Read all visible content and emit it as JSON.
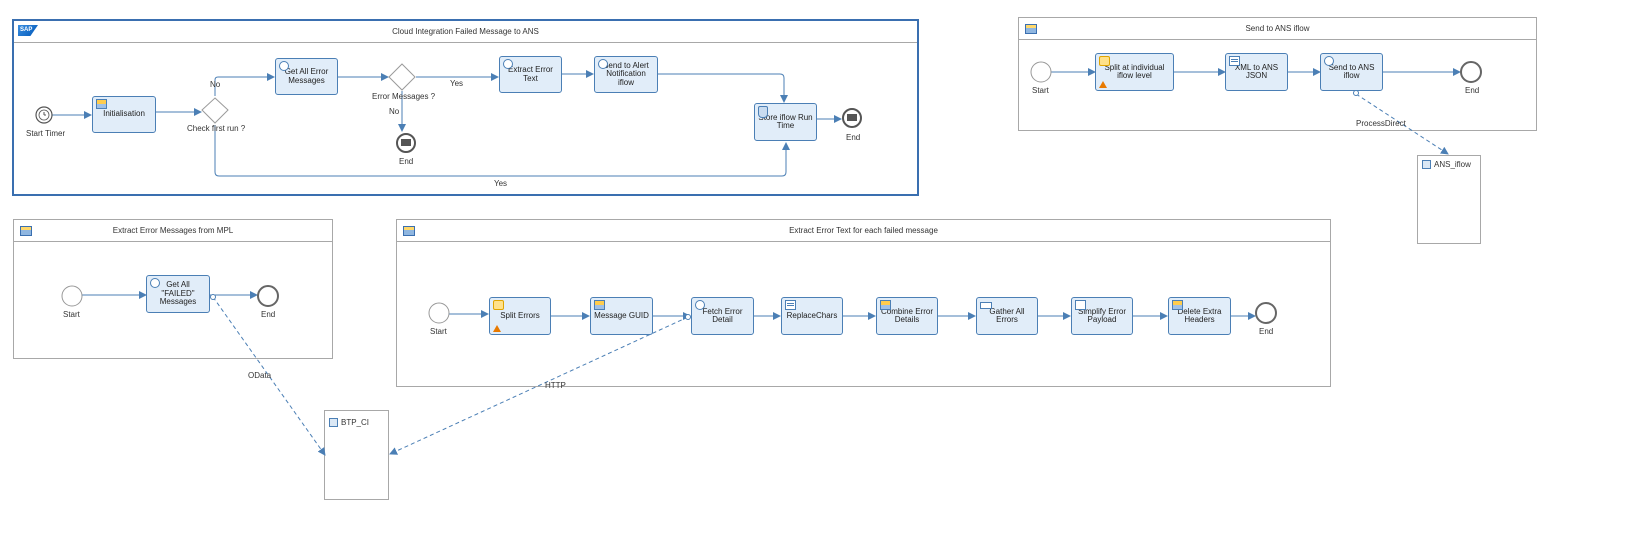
{
  "pools": {
    "main": {
      "title": "Cloud Integration Failed Message to ANS",
      "logo": "SAP"
    },
    "send": {
      "title": "Send to ANS iflow"
    },
    "extract_mpl": {
      "title": "Extract Error Messages from MPL"
    },
    "extract_text": {
      "title": "Extract Error Text for each failed message"
    }
  },
  "main": {
    "start_timer": "Start Timer",
    "initialisation": "Initialisation",
    "check_first_run": "Check first run ?",
    "no1": "No",
    "get_all_error": "Get All Error Messages",
    "error_messages": "Error Messages ?",
    "yes1": "Yes",
    "no2": "No",
    "end1": "End",
    "extract_error_text": "Extract Error Text",
    "send_alert": "Send to Alert Notification iflow",
    "store_runtime": "Store iflow Run Time",
    "end2": "End",
    "yes2": "Yes"
  },
  "send": {
    "start": "Start",
    "split": "Split at individual iflow level",
    "xml_json": "XML to ANS JSON",
    "send_ans": "Send to ANS iflow",
    "end": "End",
    "process_direct": "ProcessDirect"
  },
  "ans_iflow": {
    "name": "ANS_iflow"
  },
  "extract_mpl": {
    "start": "Start",
    "get_failed": "Get All \"FAILED\" Messages",
    "end": "End",
    "odata": "OData"
  },
  "extract_text": {
    "start": "Start",
    "split_errors": "Split Errors",
    "message_guid": "Message GUID",
    "fetch_error": "Fetch Error Detail",
    "replace_chars": "ReplaceChars",
    "combine_error": "Combine Error Details",
    "gather_errors": "Gather All Errors",
    "simplify": "Simplify Error Payload",
    "delete_headers": "Delete Extra Headers",
    "end": "End",
    "http": "HTTP"
  },
  "btp_ci": {
    "name": "BTP_CI"
  },
  "colors": {
    "task_fill": "#e1edf9",
    "task_border": "#4b7fb5",
    "accent": "#3a6fb0",
    "warning": "#e87a00"
  }
}
